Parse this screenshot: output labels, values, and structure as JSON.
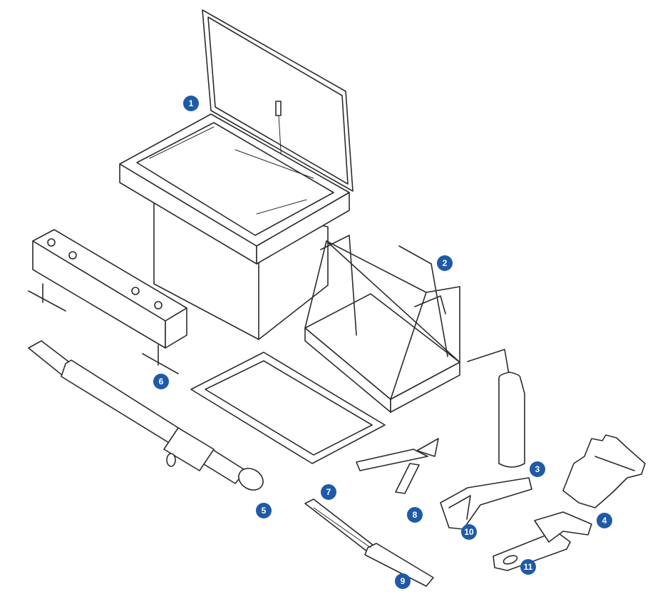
{
  "colors": {
    "callout": "#1f5aa6",
    "line": "#2b2b2b"
  },
  "callouts": {
    "c1": "1",
    "c2": "2",
    "c3": "3",
    "c4": "4",
    "c5": "5",
    "c6": "6",
    "c7": "7",
    "c8": "8",
    "c9": "9",
    "c10": "10",
    "c11": "11"
  }
}
